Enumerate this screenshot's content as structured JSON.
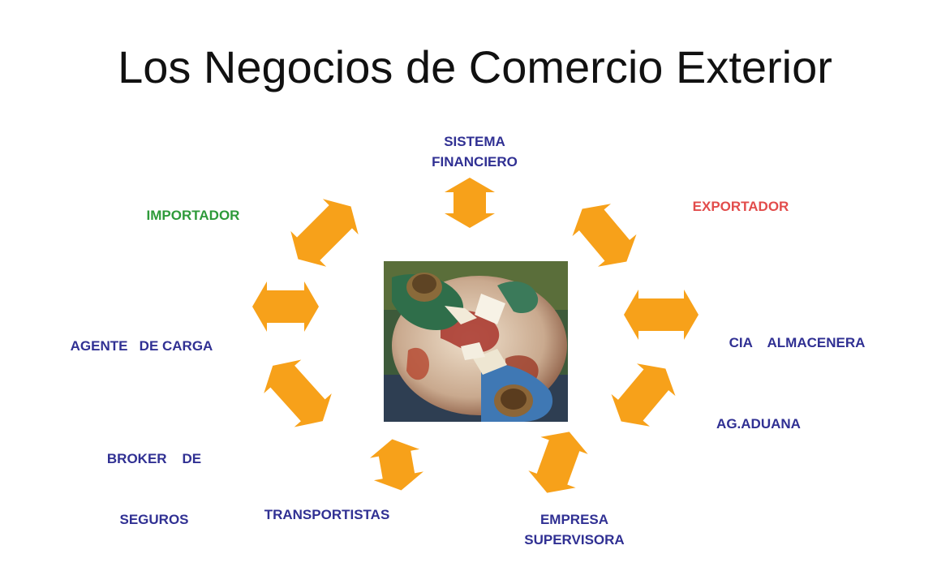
{
  "title": "Los Negocios de Comercio Exterior",
  "colors": {
    "accent": "#f7a11a",
    "label_blue": "#303093",
    "importador": "#2e9a3a",
    "exportador": "#e24c4b"
  },
  "participants": {
    "sistema_financiero": [
      "SISTEMA",
      "FINANCIERO"
    ],
    "exportador": [
      "EXPORTADOR"
    ],
    "cia_almacenera": [
      "CIA    ALMACENERA"
    ],
    "ag_aduana": [
      "AG.ADUANA"
    ],
    "empresa_supervisora": [
      "EMPRESA",
      "SUPERVISORA"
    ],
    "transportistas": [
      "TRANSPORTISTAS"
    ],
    "broker_de_seguros": [
      "BROKER    DE",
      "SEGUROS"
    ],
    "agente_de_carga": [
      "AGENTE   DE CARGA"
    ],
    "importador": [
      "IMPORTADOR"
    ]
  },
  "center_image": "negotiation-painting"
}
